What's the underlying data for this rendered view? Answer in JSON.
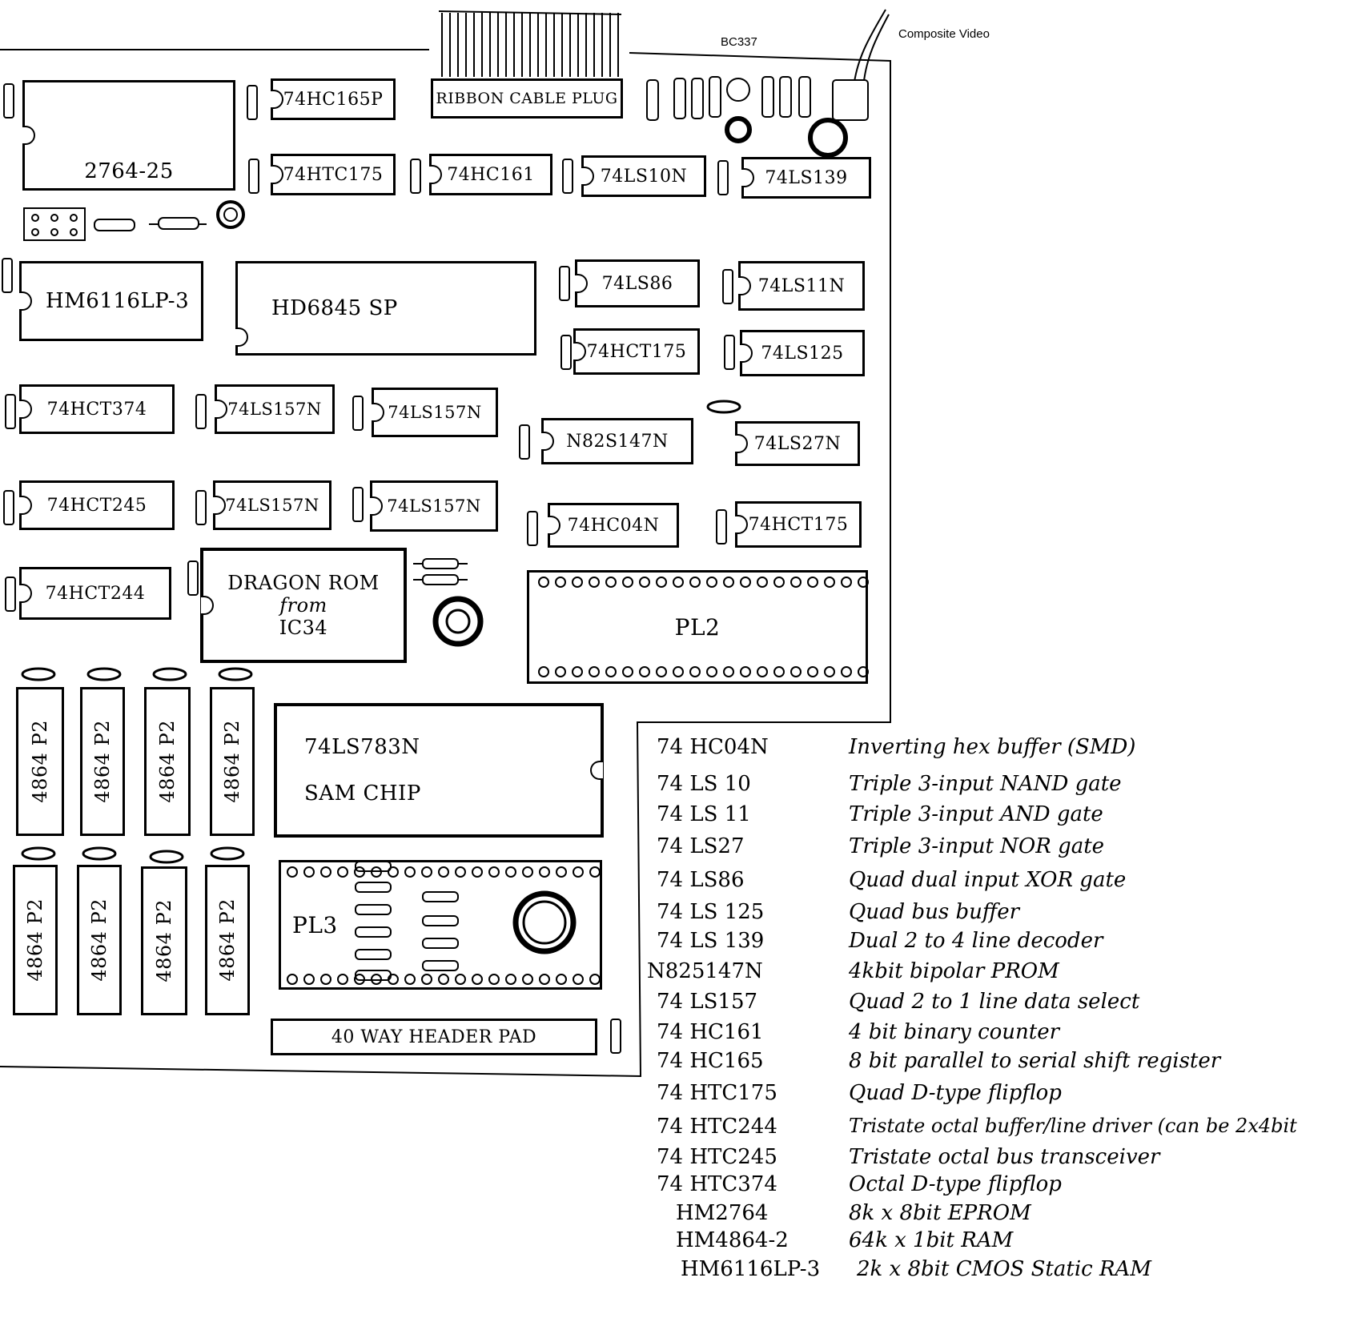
{
  "top_labels": {
    "transistor": "BC337",
    "composite": "Composite Video",
    "ribbon": "RIBBON CABLE PLUG"
  },
  "chips": {
    "eprom": "2764-25",
    "hc165": "74HC165P",
    "htc175_a": "74HTC175",
    "hc161": "74HC161",
    "ls10": "74LS10N",
    "ls139": "74LS139",
    "hm6116": "HM6116LP-3",
    "hd6845": "HD6845 SP",
    "ls86": "74LS86",
    "ls11": "74LS11N",
    "hct175_b": "74HCT175",
    "ls125": "74LS125",
    "hct374": "74HCT374",
    "ls157_a": "74LS157N",
    "ls157_b": "74LS157N",
    "n82s147": "N82S147N",
    "ls27": "74LS27N",
    "hct245": "74HCT245",
    "ls157_c": "74LS157N",
    "ls157_d": "74LS157N",
    "hc04": "74HC04N",
    "hct175_c": "74HCT175",
    "hct244": "74HCT244",
    "dragon_rom_1": "DRAGON ROM",
    "dragon_rom_2": "from",
    "dragon_rom_3": "IC34",
    "pl2": "PL2",
    "ls783": "74LS783N",
    "sam": "SAM CHIP",
    "pl3": "PL3",
    "header": "40 WAY HEADER PAD",
    "ram": "4864 P2"
  },
  "legend": [
    {
      "part": "74 HC04N",
      "desc": "Inverting hex buffer (SMD)"
    },
    {
      "part": "74 LS 10",
      "desc": "Triple 3-input NAND gate"
    },
    {
      "part": "74 LS 11",
      "desc": "Triple 3-input AND gate"
    },
    {
      "part": "74 LS27",
      "desc": "Triple 3-input NOR gate"
    },
    {
      "part": "74 LS86",
      "desc": "Quad dual input XOR gate"
    },
    {
      "part": "74 LS 125",
      "desc": "Quad bus buffer"
    },
    {
      "part": "74 LS 139",
      "desc": "Dual 2 to 4 line decoder"
    },
    {
      "part": "N825147N",
      "desc": "4kbit bipolar PROM"
    },
    {
      "part": "74 LS157",
      "desc": "Quad 2 to 1 line data select"
    },
    {
      "part": "74 HC161",
      "desc": "4 bit binary counter"
    },
    {
      "part": "74 HC165",
      "desc": "8 bit parallel to serial shift register"
    },
    {
      "part": "74 HTC175",
      "desc": "Quad D-type flipflop"
    },
    {
      "part": "74 HTC244",
      "desc": "Tristate octal buffer/line driver (can be 2x4bit"
    },
    {
      "part": "74 HTC245",
      "desc": "Tristate octal bus transceiver"
    },
    {
      "part": "74 HTC374",
      "desc": "Octal D-type flipflop"
    },
    {
      "part": "HM2764",
      "desc": "8k x 8bit EPROM"
    },
    {
      "part": "HM4864-2",
      "desc": "64k x 1bit RAM"
    },
    {
      "part": "HM6116LP-3",
      "desc": "2k x 8bit CMOS Static RAM"
    }
  ]
}
